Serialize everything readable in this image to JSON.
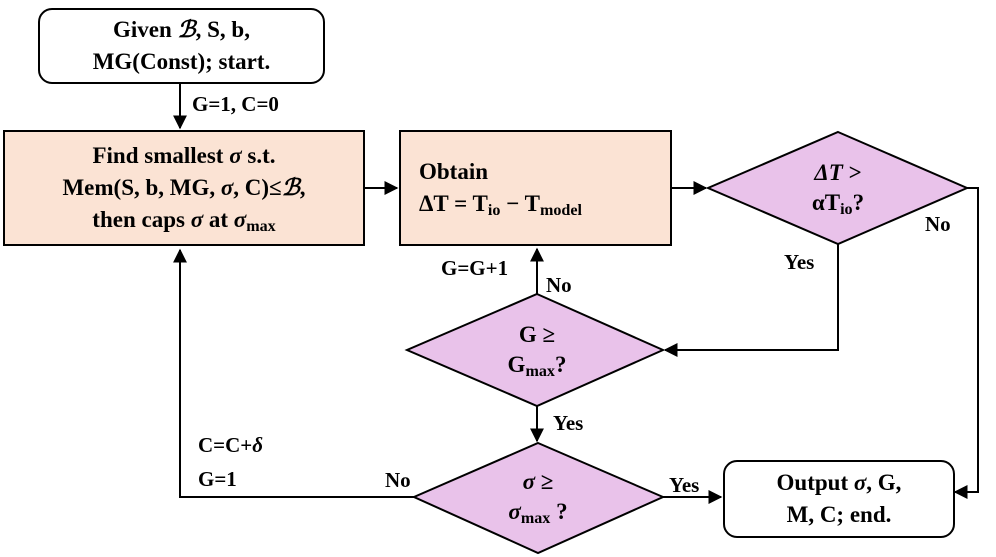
{
  "start": {
    "line1": {
      "a": "Given ",
      "b": "ℬ",
      "c": ", S, b,"
    },
    "line2": "MG(Const); start."
  },
  "edge_init": "G=1, C=0",
  "find": {
    "line1": {
      "a": "Find smallest ",
      "sigma": "σ",
      "b": " s.t."
    },
    "line2": {
      "a": "Mem(S, b, MG, ",
      "sigma": "σ",
      "b": ", C)≤",
      "bset": "ℬ",
      "c": ","
    },
    "line3": {
      "a": "then caps ",
      "sigma": "σ",
      "b": " at ",
      "sigma2": "σ",
      "sub": "max"
    }
  },
  "obtain": {
    "line1": "Obtain",
    "line2": {
      "a": "ΔT = T",
      "sub1": "io",
      "b": " − T",
      "sub2": "model"
    }
  },
  "decision_dt": {
    "line1": {
      "a": "ΔT",
      "b": " >"
    },
    "line2": {
      "a": "αT",
      "sub": "io",
      "b": "?"
    }
  },
  "decision_g": {
    "line1": "G ≥",
    "line2": {
      "a": "G",
      "sub": "max",
      "b": "?"
    }
  },
  "decision_sigma": {
    "line1": {
      "sigma": "σ",
      "b": " ≥"
    },
    "line2": {
      "sigma": "σ",
      "sub": "max",
      "b": " ?"
    }
  },
  "end": {
    "line1": {
      "a": "Output ",
      "sigma": "σ",
      "b": ", G,"
    },
    "line2": "M, C; end."
  },
  "edge_labels": {
    "dt_no": "No",
    "dt_yes": "Yes",
    "g_no": "No",
    "g_update": "G=G+1",
    "g_yes": "Yes",
    "sigma_no": "No",
    "sigma_yes": "Yes",
    "c_update": {
      "a": "C=C+",
      "delta": "δ"
    },
    "g_reset": "G=1"
  },
  "colors": {
    "process_fill": "#fbe3d4",
    "decision_fill": "#e9c2ea",
    "terminal_fill": "#ffffff",
    "stroke": "#000000"
  }
}
